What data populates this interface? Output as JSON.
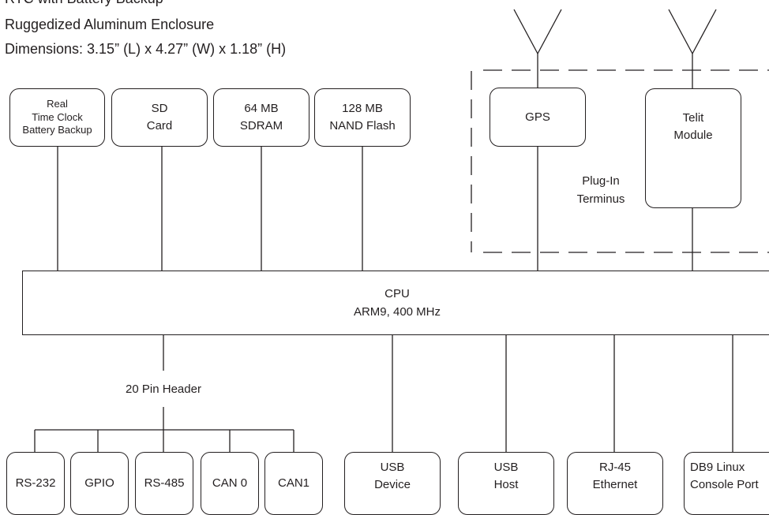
{
  "header": {
    "line1": "RTC with Battery Backup",
    "line2": "Ruggedized Aluminum Enclosure",
    "line3": "Dimensions: 3.15” (L) x 4.27” (W) x 1.18” (H)"
  },
  "top_boxes": [
    {
      "lines": [
        "Real",
        "Time Clock",
        "Battery Backup"
      ]
    },
    {
      "lines": [
        "SD",
        "Card"
      ]
    },
    {
      "lines": [
        "64 MB",
        "SDRAM"
      ]
    },
    {
      "lines": [
        "128 MB",
        "NAND Flash"
      ]
    }
  ],
  "plugin": {
    "gps": "GPS",
    "telit_line1": "Telit",
    "telit_line2": "Module",
    "label_line1": "Plug-In",
    "label_line2": "Terminus"
  },
  "cpu": {
    "line1": "CPU",
    "line2": "ARM9, 400 MHz"
  },
  "header_pin_label": "20 Pin Header",
  "bottom_boxes": [
    {
      "lines": [
        "RS-232"
      ]
    },
    {
      "lines": [
        "GPIO"
      ]
    },
    {
      "lines": [
        "RS-485"
      ]
    },
    {
      "lines": [
        "CAN 0"
      ]
    },
    {
      "lines": [
        "CAN1"
      ]
    },
    {
      "lines": [
        "USB",
        "Device"
      ]
    },
    {
      "lines": [
        "USB",
        "Host"
      ]
    },
    {
      "lines": [
        "RJ-45",
        "Ethernet"
      ]
    },
    {
      "lines": [
        "DB9 Linux",
        "Console Port"
      ]
    }
  ]
}
